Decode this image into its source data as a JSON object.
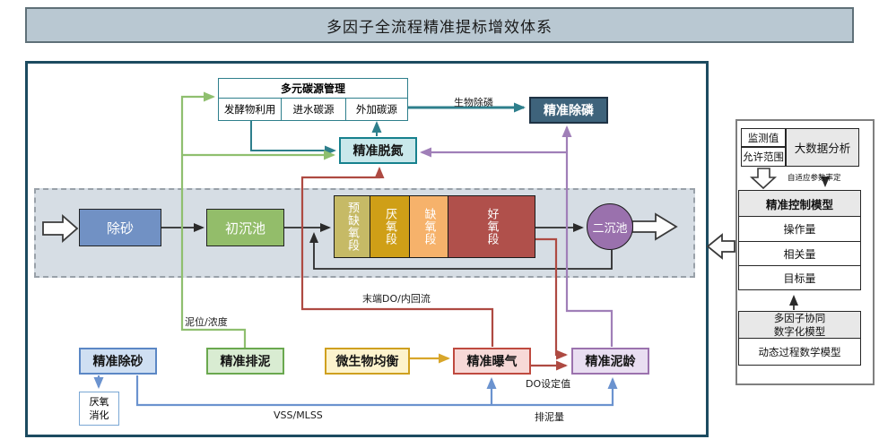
{
  "title": "多因子全流程精准提标增效体系",
  "flow": {
    "grit": "除砂",
    "primary": "初沉池",
    "segments": [
      "预缺氧段",
      "厌氧段",
      "缺氧段",
      "好氧段"
    ],
    "secondary": "二沉池"
  },
  "carbon": {
    "header": "多元碳源管理",
    "cells": [
      "发酵物利用",
      "进水碳源",
      "外加碳源"
    ]
  },
  "modules": {
    "denitrify": "精准脱氮",
    "phosphorus": "精准除磷",
    "grit": "精准除砂",
    "digestion": "厌氧消化",
    "sludge_discharge": "精准排泥",
    "microbial": "微生物均衡",
    "aeration": "精准曝气",
    "srt": "精准泥龄"
  },
  "line_labels": {
    "bio_p": "生物除磷",
    "sludge_level": "泥位/浓度",
    "end_do": "末端DO/内回流",
    "do_set": "DO设定值",
    "vss": "VSS/MLSS",
    "discharge": "排泥量"
  },
  "panel": {
    "monitor": "监测值",
    "range": "允许范围",
    "bigdata": "大数据分析",
    "adaptive": "自适应参数率定",
    "control_model": "精准控制模型",
    "manipulated": "操作量",
    "related": "相关量",
    "target": "目标量",
    "multifactor1": "多因子协同",
    "multifactor2": "数字化模型",
    "dynamic": "动态过程数学模型"
  },
  "colors": {
    "teal": "#2e7f8c",
    "green": "#8fbf6f",
    "red": "#ae4a42",
    "purple": "#a07fb8",
    "blue": "#6b93cf",
    "gold": "#d8a62a",
    "title_bg": "#b9c8d2",
    "main_border": "#1c4b60"
  }
}
